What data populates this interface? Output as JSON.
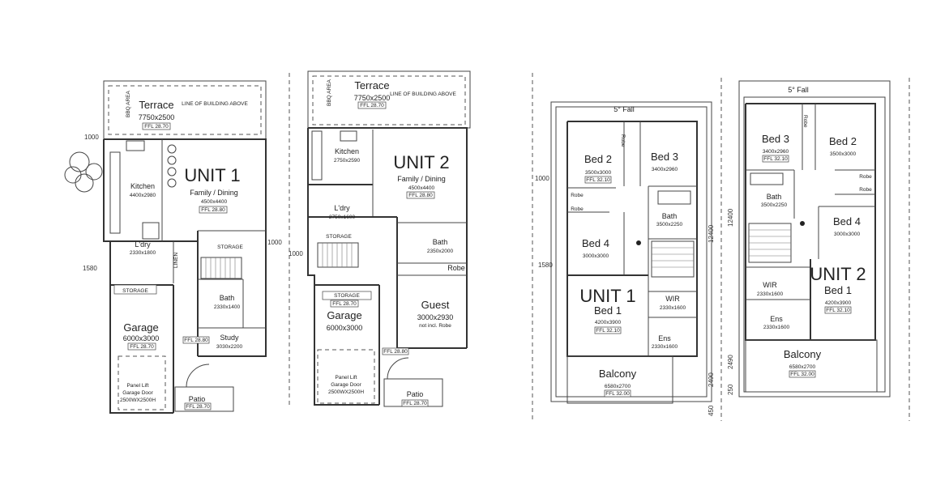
{
  "ground_floor": {
    "unit1": {
      "terrace": {
        "name": "Terrace",
        "size": "7750x2500",
        "ffl": "FFL 28.70"
      },
      "bbq": "BBQ AREA",
      "line_above": "LINE OF BUILDING ABOVE",
      "kitchen": {
        "name": "Kitchen",
        "size": "4400x2980"
      },
      "title": "UNIT 1",
      "family": {
        "name": "Family / Dining",
        "size": "4500x4400",
        "ffl": "FFL 28.80"
      },
      "storage_label": "STORAGE",
      "laundry": {
        "name": "L'dry",
        "size": "2330x1800"
      },
      "linen": "LINEN",
      "storage2": "STORAGE",
      "bath": {
        "name": "Bath",
        "size": "2330x1400"
      },
      "garage": {
        "name": "Garage",
        "size": "6000x3000",
        "ffl": "FFL 28.70"
      },
      "study": {
        "name": "Study",
        "size": "3030x2200"
      },
      "study_ffl": "FFL 28.80",
      "garage_door": {
        "l1": "Panel Lift",
        "l2": "Garage Door",
        "l3": "2500WX2500H"
      },
      "patio": {
        "name": "Patio",
        "ffl": "FFL 28.70"
      },
      "dim_1000a": "1000",
      "dim_1580": "1580",
      "dim_1000b": "1000"
    },
    "unit2": {
      "terrace": {
        "name": "Terrace",
        "size": "7750x2500",
        "ffl": "FFL 28.70"
      },
      "bbq": "BBQ AREA",
      "line_above": "LINE OF BUILDING ABOVE",
      "kitchen": {
        "name": "Kitchen",
        "size": "2750x2590"
      },
      "title": "UNIT 2",
      "family": {
        "name": "Family / Dining",
        "size": "4500x4400",
        "ffl": "FFL 28.80"
      },
      "laundry": {
        "name": "L'dry",
        "size": "2750x1600"
      },
      "storage_label": "STORAGE",
      "bath": {
        "name": "Bath",
        "size": "2350x2000"
      },
      "robe": "Robe",
      "storage2": "STORAGE",
      "garage": {
        "name": "Garage",
        "size": "6000x3000",
        "ffl": "FFL 28.70"
      },
      "guest": {
        "name": "Guest",
        "size": "3000x2930",
        "note": "not incl. Robe"
      },
      "ffl_mid": "FFL 28.80",
      "garage_door": {
        "l1": "Panel Lift",
        "l2": "Garage Door",
        "l3": "2500WX2500H"
      },
      "patio": {
        "name": "Patio",
        "ffl": "FFL 28.70"
      },
      "dim_1000": "1000"
    }
  },
  "first_floor": {
    "unit1": {
      "fall": "5° Fall",
      "bed2": {
        "name": "Bed 2",
        "size": "3500x3000",
        "ffl": "FFL 32.10"
      },
      "robe_v": "Robe",
      "bed3": {
        "name": "Bed 3",
        "size": "3400x2960"
      },
      "robe1": "Robe",
      "robe2": "Robe",
      "bath": {
        "name": "Bath",
        "size": "3500x2250"
      },
      "bed4": {
        "name": "Bed 4",
        "size": "3000x3000"
      },
      "title": "UNIT 1",
      "bed1": {
        "name": "Bed 1",
        "size": "4200x3900",
        "ffl": "FFL 32.10"
      },
      "wir": {
        "name": "WIR",
        "size": "2330x1600"
      },
      "ens": {
        "name": "Ens",
        "size": "2330x1600"
      },
      "balcony": {
        "name": "Balcony",
        "size": "6580x2700",
        "ffl": "FFL 32.00"
      },
      "dim_1000": "1000",
      "dim_1580": "1580",
      "dim_12400": "12400",
      "dim_2490": "2490",
      "dim_450": "450"
    },
    "unit2": {
      "fall": "5° Fall",
      "robe_v": "Robe",
      "bed3": {
        "name": "Bed 3",
        "size": "3400x2960",
        "ffl": "FFL 32.10"
      },
      "bed2": {
        "name": "Bed 2",
        "size": "3500x3000"
      },
      "robe1": "Robe",
      "robe2": "Robe",
      "bath": {
        "name": "Bath",
        "size": "3500x2250"
      },
      "bed4": {
        "name": "Bed 4",
        "size": "3000x3000"
      },
      "title": "UNIT 2",
      "bed1": {
        "name": "Bed 1",
        "size": "4200x3900",
        "ffl": "FFL 32.10"
      },
      "wir": {
        "name": "WIR",
        "size": "2330x1600"
      },
      "ens": {
        "name": "Ens",
        "size": "2330x1600"
      },
      "balcony": {
        "name": "Balcony",
        "size": "6580x2700",
        "ffl": "FFL 32.00"
      },
      "dim_12400": "12400",
      "dim_2490": "2490",
      "dim_250": "250"
    }
  }
}
